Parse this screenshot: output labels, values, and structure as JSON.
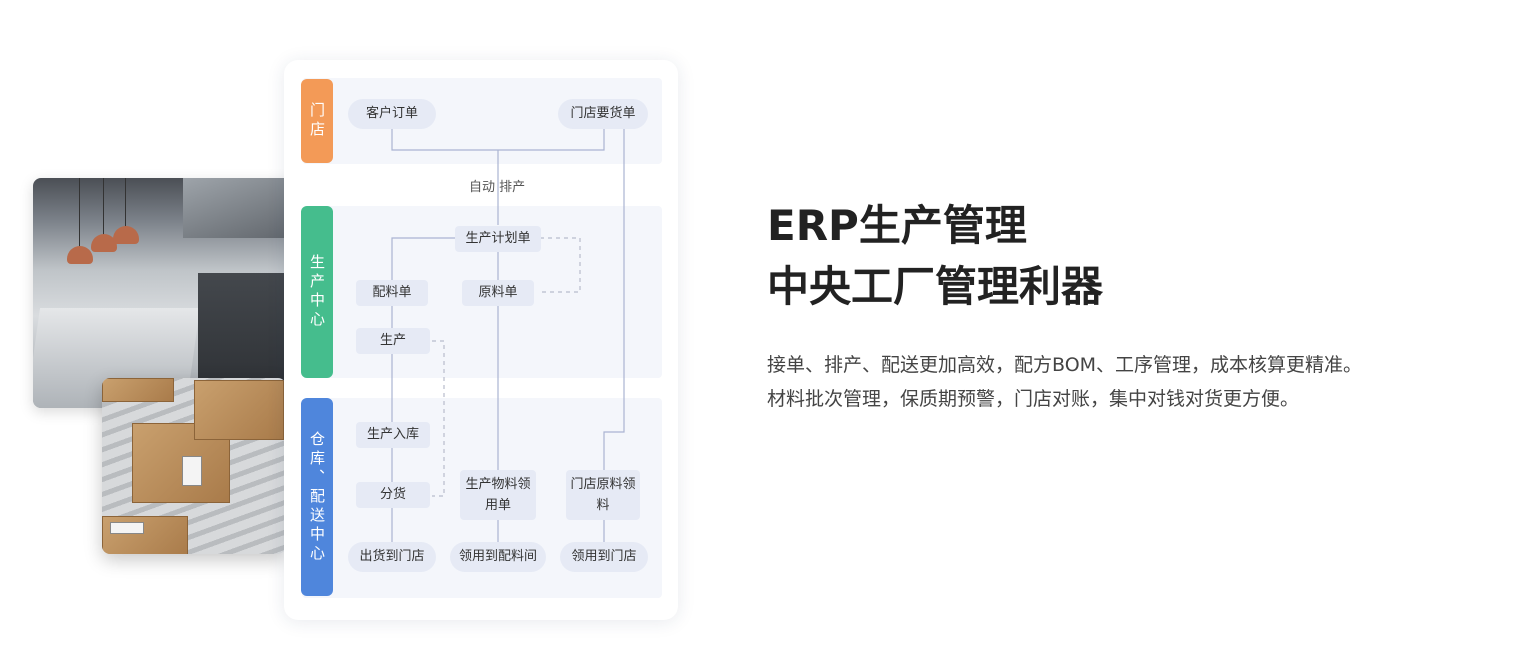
{
  "headline": {
    "line1": "ERP生产管理",
    "line2": "中央工厂管理利器"
  },
  "description": {
    "line1": "接单、排产、配送更加高效，配方BOM、工序管理，成本核算更精准。",
    "line2": "材料批次管理，保质期预警，门店对账，集中对钱对货更方便。"
  },
  "diagram": {
    "sections": {
      "store": "门店",
      "production": "生产中心",
      "warehouse": "仓库、配送中心"
    },
    "section_colors": {
      "store": "#f39a57",
      "production": "#45bd8d",
      "warehouse": "#4f86dc"
    },
    "flow_note": "自动 排产",
    "nodes": {
      "customer_order": "客户订单",
      "store_request": "门店要货单",
      "production_plan": "生产计划单",
      "batching_order": "配料单",
      "raw_material_order": "原料单",
      "production": "生产",
      "production_inbound": "生产入库",
      "distribution": "分货",
      "material_requisition": "生产物料领用单",
      "store_material": "门店原料领料",
      "ship_to_store": "出货到门店",
      "to_batching_room": "领用到配料间",
      "to_store": "领用到门店"
    }
  }
}
